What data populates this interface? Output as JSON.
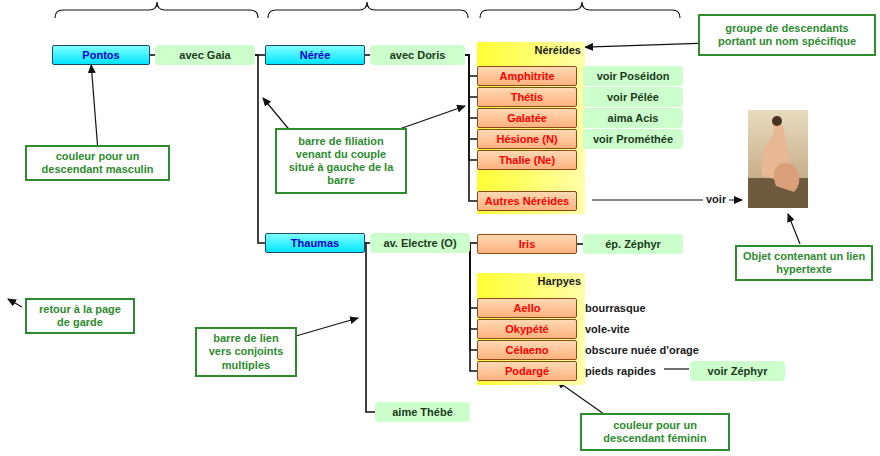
{
  "diagram": {
    "nodes": [
      {
        "text": [
          "Pontos"
        ]
      },
      {
        "text": [
          "avec Gaia"
        ]
      },
      {
        "text": [
          "Nérée"
        ]
      },
      {
        "text": [
          "avec Doris"
        ]
      },
      {
        "text": [
          "Néréides"
        ]
      },
      {
        "text": [
          "Amphitrite"
        ],
        "in": 4
      },
      {
        "text": [
          "voir Poséidon"
        ]
      },
      {
        "text": [
          "Thétis"
        ],
        "in": 4
      },
      {
        "text": [
          "voir Pélée"
        ]
      },
      {
        "text": [
          "Galatée"
        ],
        "in": 4
      },
      {
        "text": [
          "aima Acis"
        ]
      },
      {
        "text": [
          "Hésione (N)"
        ],
        "in": 4
      },
      {
        "text": [
          "voir Prométhée"
        ]
      },
      {
        "text": [
          "Thalie (Ne)"
        ],
        "in": 4
      },
      {
        "text": [
          "Autres Néréides"
        ],
        "in": 4
      },
      {
        "text": [
          "Thaumas"
        ]
      },
      {
        "text": [
          "av. Electre (O)"
        ]
      },
      {
        "text": [
          "Iris"
        ]
      },
      {
        "text": [
          "ép. Zéphyr"
        ]
      },
      {
        "text": [
          "Harpyes"
        ]
      },
      {
        "text": [
          "Aello"
        ],
        "in": 19
      },
      {
        "text": [
          "Okypété"
        ],
        "in": 19
      },
      {
        "text": [
          "Célaeno"
        ],
        "in": 19
      },
      {
        "text": [
          "Podargé"
        ],
        "in": 19
      },
      {
        "text": [
          "voir Zéphyr"
        ]
      },
      {
        "text": [
          "aime Thébé"
        ]
      },
      {
        "text": [
          "groupe de descendants portant un nom spécifique"
        ]
      },
      {
        "text": [
          "couleur pour un descendant masculin"
        ]
      },
      {
        "text": [
          "barre de filiation venant du couple situé à gauche de la barre"
        ]
      },
      {
        "text": [
          "Objet contenant un lien hypertexte"
        ]
      },
      {
        "text": [
          "retour à la page de garde"
        ]
      },
      {
        "text": [
          "barre de lien vers conjoints multiples"
        ]
      },
      {
        "text": [
          "couleur pour un descendant féminin"
        ]
      }
    ],
    "edges": [
      {
        "from": 0,
        "to": 1,
        "arrow": "none"
      },
      {
        "from": 1,
        "to": 2,
        "arrow": "none"
      },
      {
        "from": 1,
        "to": 15,
        "arrow": "none"
      },
      {
        "from": 2,
        "to": 3,
        "arrow": "none"
      },
      {
        "from": 3,
        "to": 5,
        "arrow": "none"
      },
      {
        "from": 3,
        "to": 7,
        "arrow": "none"
      },
      {
        "from": 3,
        "to": 9,
        "arrow": "none"
      },
      {
        "from": 3,
        "to": 11,
        "arrow": "none"
      },
      {
        "from": 3,
        "to": 13,
        "arrow": "none"
      },
      {
        "from": 3,
        "to": 14,
        "arrow": "none"
      },
      {
        "from": 5,
        "to": 6,
        "arrow": "none"
      },
      {
        "from": 7,
        "to": 8,
        "arrow": "none"
      },
      {
        "from": 9,
        "to": 10,
        "arrow": "none"
      },
      {
        "from": 11,
        "to": 12,
        "arrow": "none"
      },
      {
        "from": 15,
        "to": 16,
        "arrow": "none"
      },
      {
        "from": 16,
        "to": 17,
        "arrow": "none"
      },
      {
        "from": 16,
        "to": 20,
        "arrow": "none"
      },
      {
        "from": 16,
        "to": 21,
        "arrow": "none"
      },
      {
        "from": 16,
        "to": 22,
        "arrow": "none"
      },
      {
        "from": 16,
        "to": 23,
        "arrow": "none"
      },
      {
        "from": 17,
        "to": 18,
        "arrow": "none"
      },
      {
        "from": 15,
        "to": 25,
        "arrow": "none"
      },
      {
        "from": 26,
        "to": 4,
        "arrow": "to"
      },
      {
        "from": 27,
        "to": 0,
        "arrow": "to"
      },
      {
        "from": 32,
        "to": 23,
        "arrow": "to"
      }
    ],
    "labels": [
      "bourrasque",
      "vole-vite",
      "obscure nuée d'orage",
      "pieds rapides",
      "voir"
    ]
  }
}
